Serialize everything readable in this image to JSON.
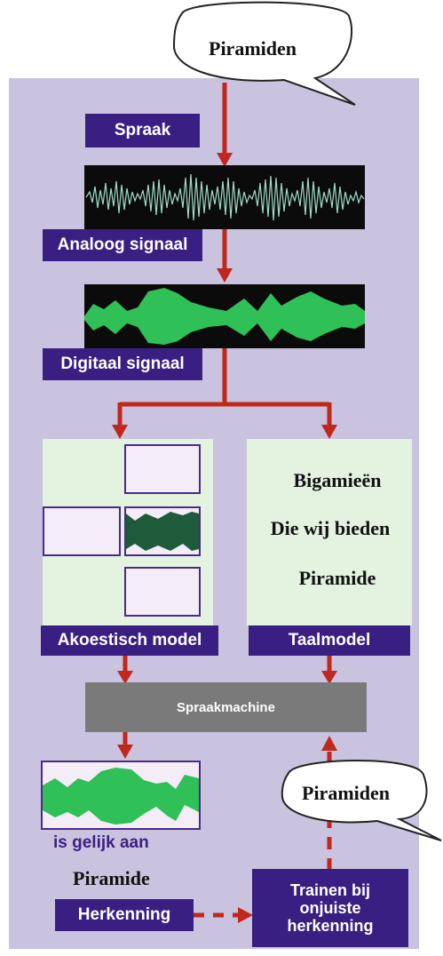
{
  "top_bubble": "Piramiden",
  "spraak": "Spraak",
  "analoog": "Analoog signaal",
  "digitaal": "Digitaal signaal",
  "akoestisch": "Akoestisch model",
  "taalmodel": "Taalmodel",
  "taal_words": [
    "Bigamieën",
    "Die wij bieden",
    "Piramide"
  ],
  "spraakmachine": "Spraakmachine",
  "is_gelijk": "is gelijk aan",
  "result_word": "Piramide",
  "herkenning": "Herkenning",
  "trainen": [
    "Trainen bij",
    "onjuiste",
    "herkenning"
  ],
  "bottom_bubble": "Piramiden",
  "colors": {
    "panel": "#c9c3df",
    "label": "#3a1f82",
    "arrow": "#c0281e",
    "green": "#2fc057",
    "dark_green": "#1e5b3a",
    "machine": "#7a7a7a"
  }
}
